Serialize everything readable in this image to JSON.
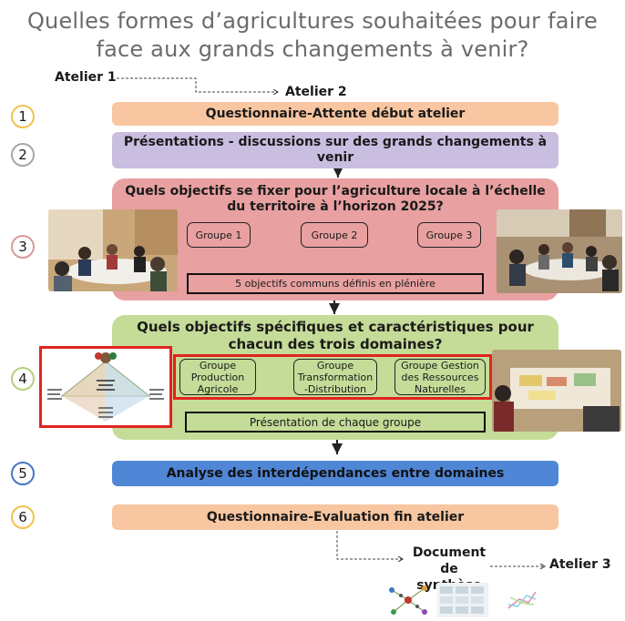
{
  "title": {
    "line1": "Quelles formes d’agricultures souhaitées pour faire",
    "line2": "face aux grands changements à venir?"
  },
  "atelier1": "Atelier 1",
  "atelier2": "Atelier 2",
  "atelier3": "Atelier 3",
  "document": {
    "line1": "Document de",
    "line2": "synthèse"
  },
  "steps": [
    {
      "num": "1",
      "color": "#f2c14e"
    },
    {
      "num": "2",
      "color": "#a7a7a7"
    },
    {
      "num": "3",
      "color": "#d79a9a"
    },
    {
      "num": "4",
      "color": "#b7cf7c"
    },
    {
      "num": "5",
      "color": "#4a76c0"
    },
    {
      "num": "6",
      "color": "#f2c14e"
    }
  ],
  "step1": {
    "text": "Questionnaire-Attente début atelier",
    "color": "#f8c6a0"
  },
  "step2": {
    "line1": "Présentations - discussions sur des grands changements à",
    "line2": "venir",
    "color": "#c9bde0"
  },
  "step3": {
    "line1": "Quels objectifs se fixer pour l’agriculture locale à l’échelle",
    "line2": "du territoire à l’horizon 2025?",
    "groups": [
      "Groupe 1",
      "Groupe 2",
      "Groupe 3"
    ],
    "result": "5 objectifs communs définis en plénière",
    "color": "#e8a0a0"
  },
  "step4": {
    "line1": "Quels objectifs spécifiques et caractéristiques pour",
    "line2": "chacun des trois domaines?",
    "groups": [
      {
        "l1": "Groupe",
        "l2": "Production",
        "l3": "Agricole"
      },
      {
        "l1": "Groupe",
        "l2": "Transformation",
        "l3": "-Distribution"
      },
      {
        "l1": "Groupe Gestion",
        "l2": "des Ressources",
        "l3": "Naturelles"
      }
    ],
    "result": "Présentation de chaque groupe",
    "color": "#c4dc98"
  },
  "step5": {
    "text": "Analyse des interdépendances entre domaines",
    "color": "#4f86d6"
  },
  "step6": {
    "text": "Questionnaire-Evaluation fin atelier",
    "color": "#f8c6a0"
  },
  "accent_red": "#e0241f"
}
